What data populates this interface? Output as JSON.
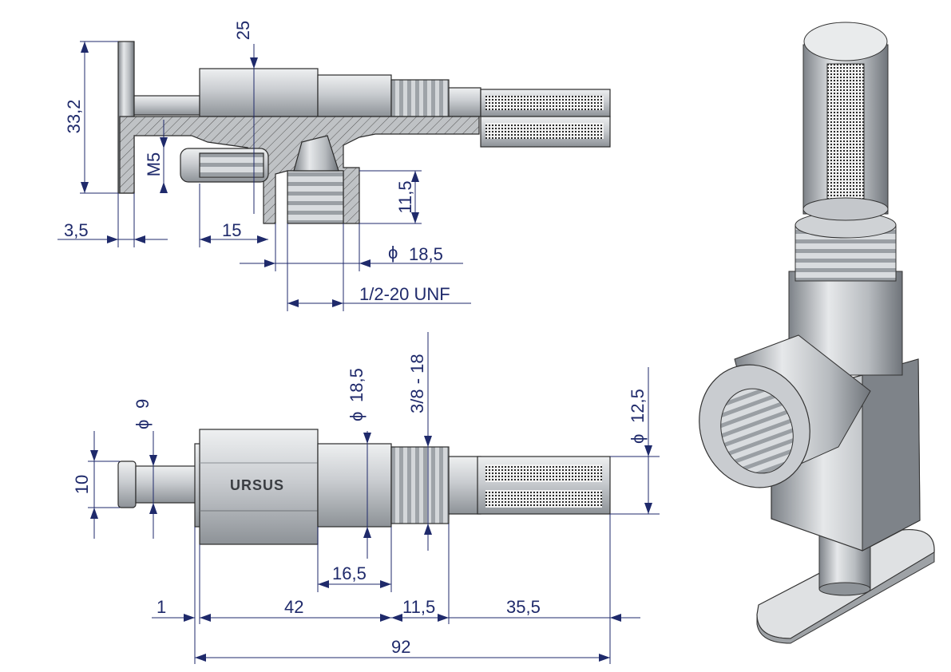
{
  "dimensions": {
    "d_25": "25",
    "d_33_2": "33,2",
    "d_m5": "M5",
    "d_11_5_a": "11,5",
    "d_3_5": "3,5",
    "d_15": "15",
    "d_dia_18_5_a": "18,5",
    "d_unf": "1/2-20 UNF",
    "d_dia_9": "9",
    "d_10": "10",
    "d_dia_18_5_b": "18,5",
    "d_thread_3_8": "3/8 - 18",
    "d_dia_12_5": "12,5",
    "d_16_5": "16,5",
    "d_1": "1",
    "d_42": "42",
    "d_11_5_b": "11,5",
    "d_35_5": "35,5",
    "d_92": "92"
  },
  "diameter_symbol": "ϕ",
  "brand_mark": "URSUS",
  "colors": {
    "dimension": "#1f2a6b",
    "metal_light": "#d8dadc",
    "metal_mid": "#a9adb1",
    "metal_dark": "#6d7278"
  }
}
